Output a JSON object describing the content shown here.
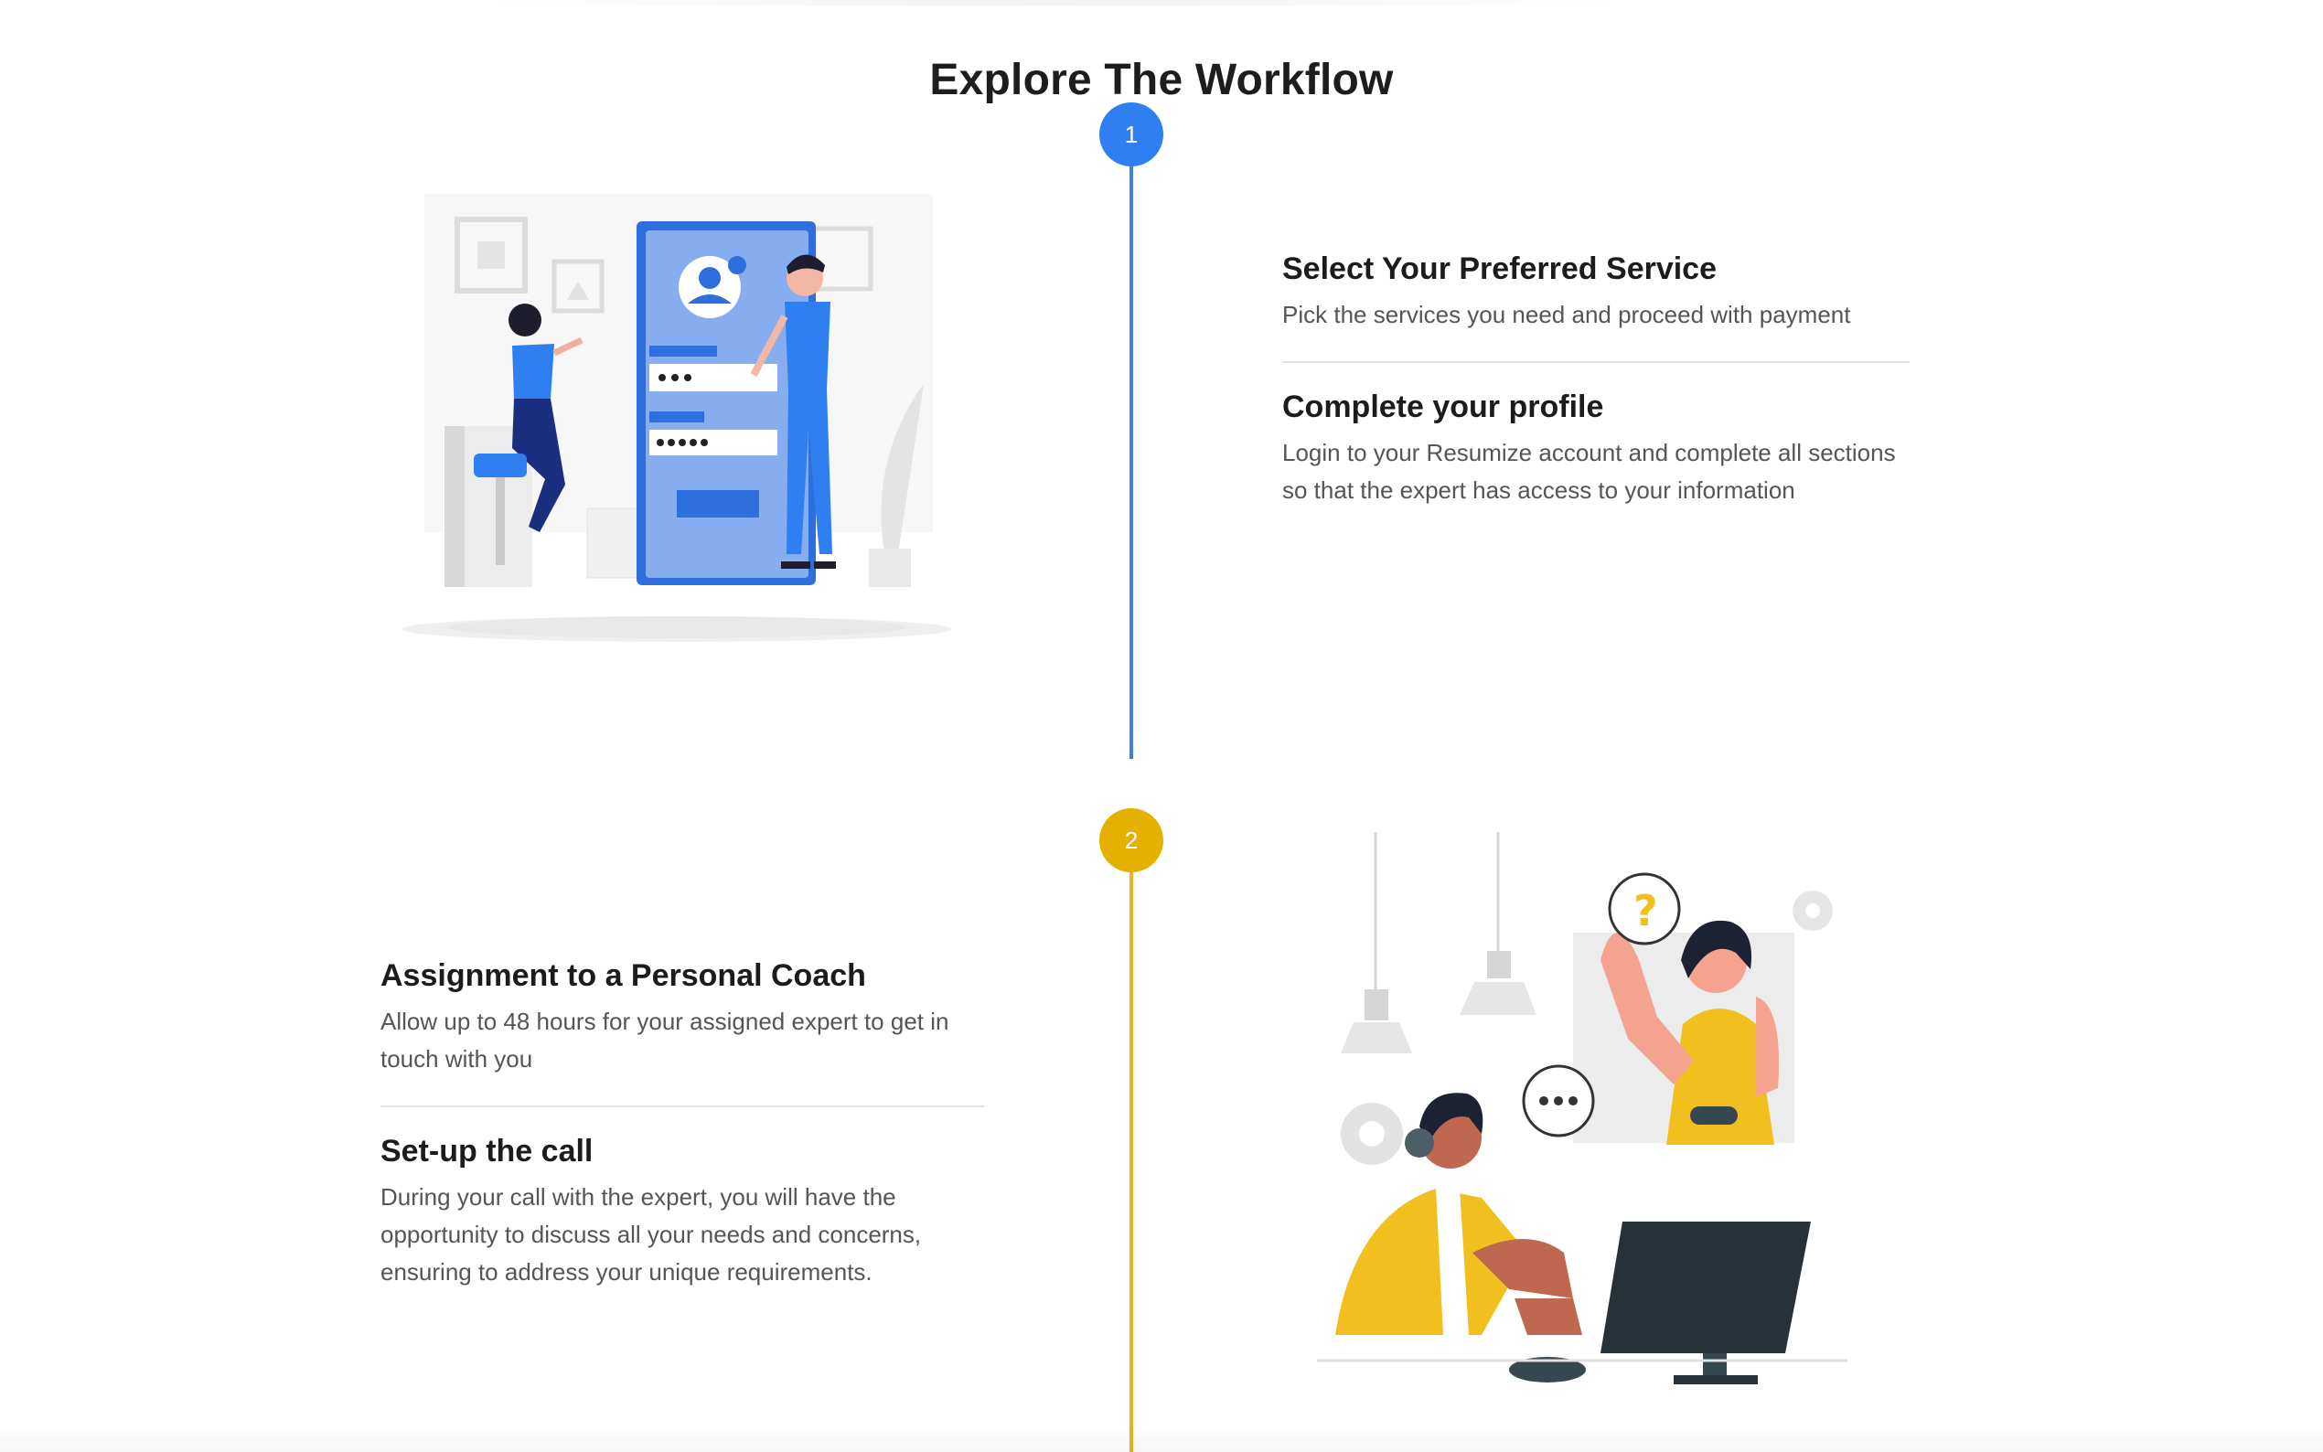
{
  "page": {
    "title": "Explore The Workflow"
  },
  "timeline": {
    "colors": {
      "step1": "#2f7ff2",
      "step2": "#e5b000"
    },
    "steps": [
      {
        "number": "1",
        "items": [
          {
            "title": "Select Your Preferred Service",
            "description": "Pick the services you need and proceed with payment"
          },
          {
            "title": "Complete your profile",
            "description": "Login to your Resumize account and complete all sections so that the expert has access to your information"
          }
        ],
        "illustration": "online-signup-illustration"
      },
      {
        "number": "2",
        "items": [
          {
            "title": "Assignment to a Personal Coach",
            "description": "Allow up to 48 hours for your assigned expert to get in touch with you"
          },
          {
            "title": "Set-up the call",
            "description": "During your call with the expert, you will have the opportunity to discuss all your needs and concerns, ensuring to address your unique requirements."
          }
        ],
        "illustration": "support-call-illustration"
      }
    ]
  }
}
